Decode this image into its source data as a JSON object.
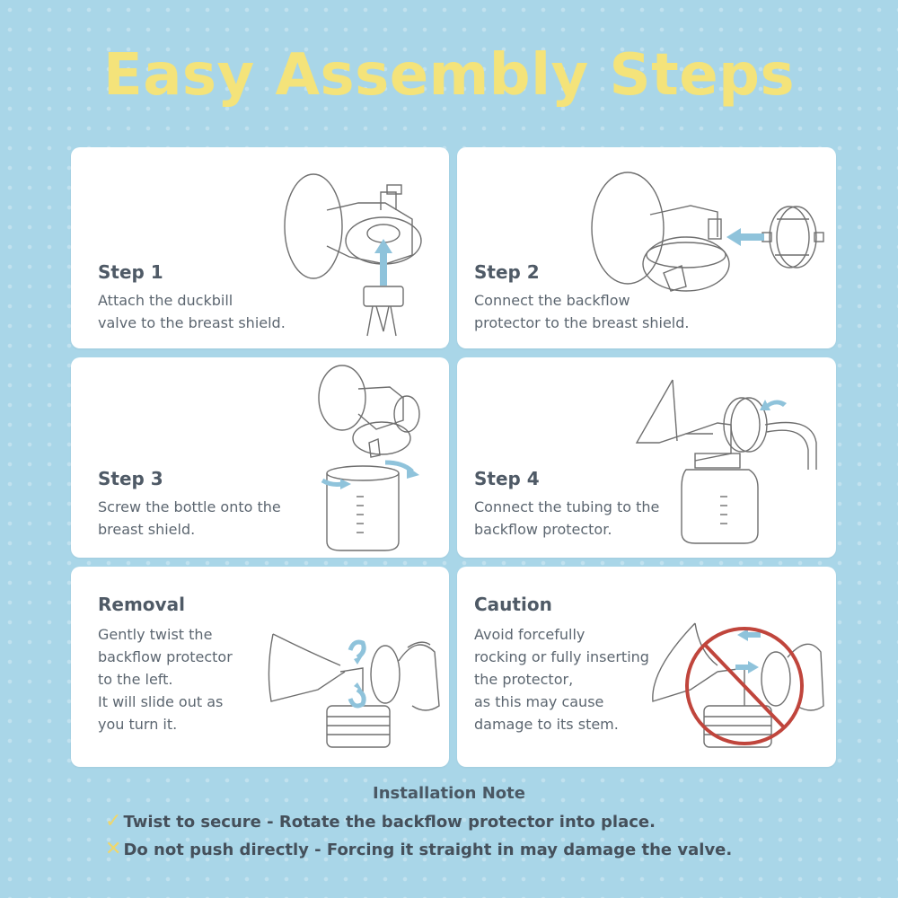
{
  "title": "Easy Assembly Steps",
  "colors": {
    "accent_yellow": "#f4e37a",
    "background": "#a9d6e8",
    "arrow_blue": "#8fc3db",
    "caution_red": "#c0453c"
  },
  "cards": [
    {
      "heading": "Step 1",
      "description": "Attach the duckbill\nvalve to the breast shield.",
      "illustration": "duckbill-valve-attach-illustration"
    },
    {
      "heading": "Step 2",
      "description": "Connect the backflow\nprotector to the breast shield.",
      "illustration": "backflow-protector-attach-illustration"
    },
    {
      "heading": "Step 3",
      "description": "Screw the bottle onto the\nbreast shield.",
      "illustration": "bottle-screw-illustration"
    },
    {
      "heading": "Step 4",
      "description": "Connect the tubing to the\nbackflow protector.",
      "illustration": "tubing-connect-illustration"
    },
    {
      "heading": "Removal",
      "description": "Gently twist the\nbackflow protector\nto the left.\nIt will slide out as\nyou turn it.",
      "illustration": "twist-removal-illustration"
    },
    {
      "heading": "Caution",
      "description": "Avoid forcefully\nrocking or fully inserting\nthe protector,\nas this may cause\ndamage to its stem.",
      "illustration": "caution-prohibited-illustration"
    }
  ],
  "installation_note": {
    "title": "Installation Note",
    "items": [
      {
        "mark": "✓",
        "text": "Twist to secure - Rotate the backflow protector into place."
      },
      {
        "mark": "✕",
        "text": "Do not push directly - Forcing it straight in may damage the valve."
      }
    ]
  }
}
